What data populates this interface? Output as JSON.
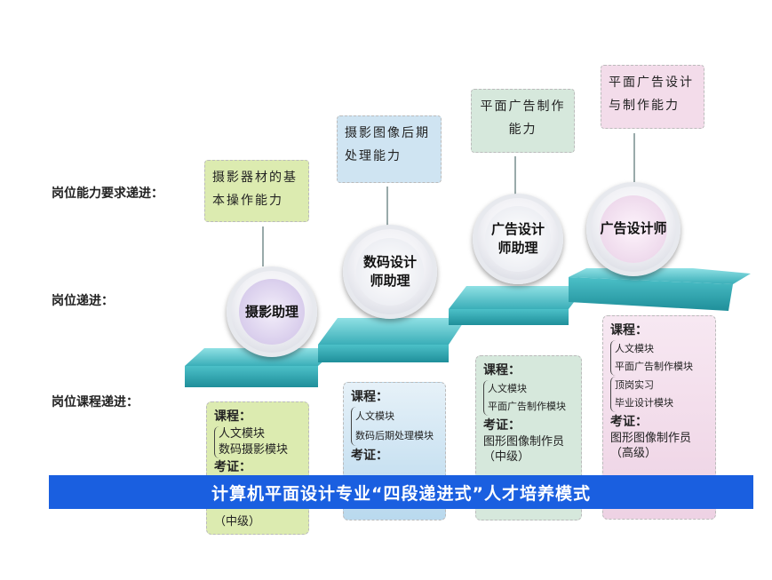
{
  "row_labels": {
    "ability": "岗位能力要求递进：",
    "position": "岗位递进：",
    "course": "岗位课程递进："
  },
  "stages": [
    {
      "ability": "摄影器材的基本操作能力",
      "position": "摄影助理",
      "course_heading": "课程：",
      "modules": [
        [
          "人文模块",
          "数码摄影模块"
        ]
      ],
      "exam_heading": "考证：",
      "exam": "（中级）",
      "color": "#dcebb0"
    },
    {
      "ability": "摄影图像后期处理能力",
      "position": "数码设计师助理",
      "course_heading": "课程：",
      "modules": [
        [
          "人文模块",
          "数码后期处理模块"
        ]
      ],
      "exam_heading": "考证：",
      "exam": "",
      "color": "#cfe4f2"
    },
    {
      "ability": "平面广告制作能力",
      "position": "广告设计师助理",
      "course_heading": "课程：",
      "modules": [
        [
          "人文模块",
          "平面广告制作模块"
        ]
      ],
      "exam_heading": "考证：",
      "exam": "图形图像制作员（中级）",
      "color": "#d6e8dc"
    },
    {
      "ability": "平面广告设计与制作能力",
      "position": "广告设计师",
      "course_heading": "课程：",
      "modules": [
        [
          "人文模块",
          "平面广告制作模块"
        ],
        [
          "顶岗实习",
          "毕业设计模块"
        ]
      ],
      "exam_heading": "考证：",
      "exam": "图形图像制作员（高级）",
      "color": "#f3dcea"
    }
  ],
  "banner": "计算机平面设计专业“四段递进式”人才培养模式"
}
